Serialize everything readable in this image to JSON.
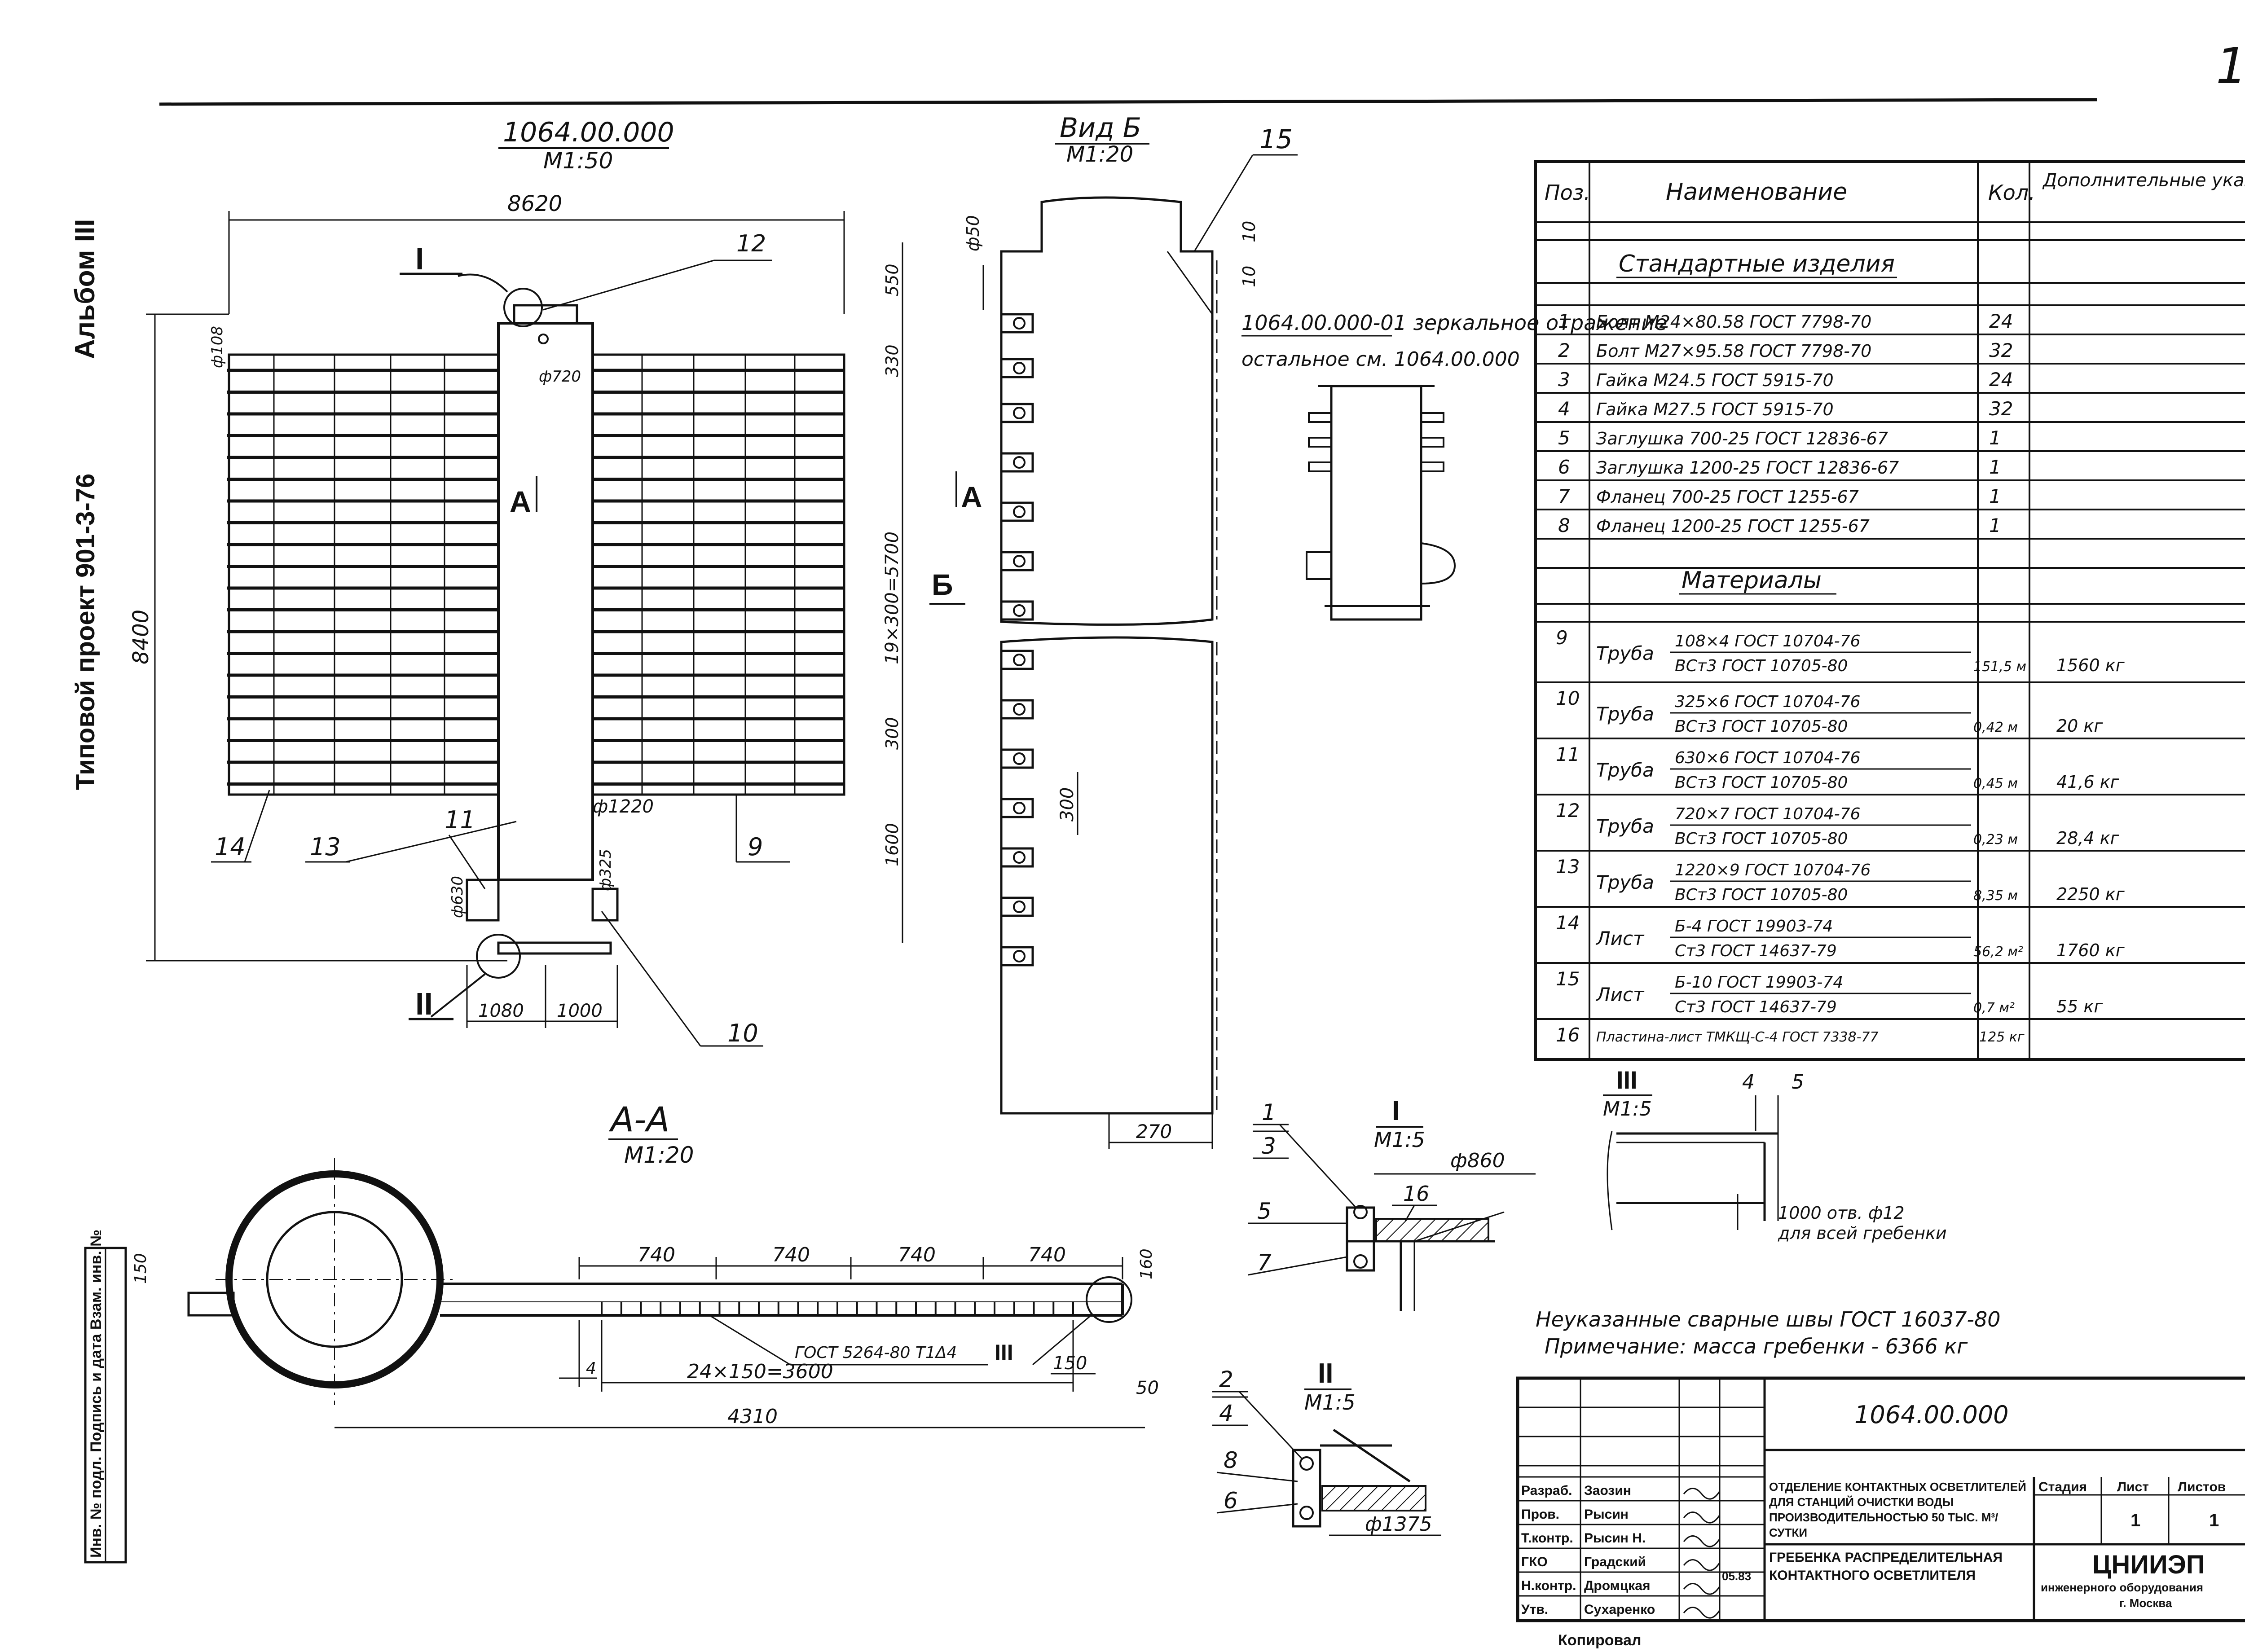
{
  "page_number": "1",
  "side_labels": {
    "album": "Альбом III",
    "project": "Типовой проект 901-3-76",
    "stamp": "Инв. № подл.   Подпись и дата   Взам. инв. №"
  },
  "main_view": {
    "code": "1064.00.000",
    "scale": "М1:50",
    "dims": {
      "total_width": "8620",
      "height": "8400",
      "top_offset": "550",
      "top_gap": "330",
      "pitch": "19×300=5700",
      "bottom_gap": "300",
      "bottom_offset": "1600",
      "left_half": "1080",
      "right_half": "1000"
    },
    "diameters": {
      "pipe": "ф108",
      "top": "ф720",
      "collector": "ф1220",
      "side": "ф630",
      "branch": "ф325"
    },
    "callouts": [
      "I",
      "II",
      "12",
      "14",
      "13",
      "11",
      "9",
      "10"
    ],
    "section_marks": [
      "А",
      "А",
      "Б"
    ]
  },
  "view_b": {
    "title": "Вид Б",
    "scale": "М1:20",
    "callout": "15",
    "dims": {
      "d50": "ф50",
      "d10a": "10",
      "d10b": "10",
      "pitch": "300",
      "bottom": "270"
    }
  },
  "mirror_note": {
    "line1": "1064.00.000-01 зеркальное отражение",
    "line2": "остальное см. 1064.00.000"
  },
  "section_aa": {
    "title": "А-А",
    "scale": "М1:20",
    "spacings": [
      "740",
      "740",
      "740",
      "740"
    ],
    "dims": {
      "left": "150",
      "right": "160",
      "overall": "24×150=3600",
      "total": "4310",
      "end": "50",
      "tip": "150",
      "weld_ref": "4"
    },
    "weld_note": "ГОСТ 5264-80 Т1Δ4",
    "callout": "III"
  },
  "detail_i": {
    "title": "I",
    "scale": "М1:5",
    "diameter": "ф860",
    "callouts": [
      "1",
      "3",
      "5",
      "7",
      "16"
    ]
  },
  "detail_ii": {
    "title": "II",
    "scale": "М1:5",
    "diameter": "ф1375",
    "callouts": [
      "2",
      "4",
      "8",
      "6"
    ]
  },
  "detail_iii": {
    "title": "III",
    "scale": "М1:5",
    "dims": [
      "4",
      "5"
    ],
    "note_line1": "1000 отв. ф12",
    "note_line2": "для всей гребенки"
  },
  "notes": {
    "line1": "Неуказанные сварные швы ГОСТ 16037-80",
    "line2": "Примечание: масса гребенки - 6366 кг"
  },
  "spec_table": {
    "headers": [
      "Поз.",
      "Наименование",
      "Кол.",
      "Дополнительные указания"
    ],
    "section_standard": "Стандартные изделия",
    "standard_rows": [
      {
        "pos": "1",
        "name": "Болт М24×80.58 ГОСТ 7798-70",
        "qty": "24",
        "note": ""
      },
      {
        "pos": "2",
        "name": "Болт М27×95.58 ГОСТ 7798-70",
        "qty": "32",
        "note": ""
      },
      {
        "pos": "3",
        "name": "Гайка М24.5 ГОСТ 5915-70",
        "qty": "24",
        "note": ""
      },
      {
        "pos": "4",
        "name": "Гайка М27.5 ГОСТ 5915-70",
        "qty": "32",
        "note": ""
      },
      {
        "pos": "5",
        "name": "Заглушка 700-25 ГОСТ 12836-67",
        "qty": "1",
        "note": ""
      },
      {
        "pos": "6",
        "name": "Заглушка 1200-25 ГОСТ 12836-67",
        "qty": "1",
        "note": ""
      },
      {
        "pos": "7",
        "name": "Фланец 700-25 ГОСТ 1255-67",
        "qty": "1",
        "note": ""
      },
      {
        "pos": "8",
        "name": "Фланец 1200-25 ГОСТ 1255-67",
        "qty": "1",
        "note": ""
      }
    ],
    "section_materials": "Материалы",
    "material_rows": [
      {
        "pos": "9",
        "name": "Труба",
        "top": "108×4 ГОСТ 10704-76",
        "bottom": "ВСт3 ГОСТ 10705-80",
        "qty": "151,5 м",
        "note": "1560 кг"
      },
      {
        "pos": "10",
        "name": "Труба",
        "top": "325×6 ГОСТ 10704-76",
        "bottom": "ВСт3 ГОСТ 10705-80",
        "qty": "0,42 м",
        "note": "20 кг"
      },
      {
        "pos": "11",
        "name": "Труба",
        "top": "630×6 ГОСТ 10704-76",
        "bottom": "ВСт3 ГОСТ 10705-80",
        "qty": "0,45 м",
        "note": "41,6 кг"
      },
      {
        "pos": "12",
        "name": "Труба",
        "top": "720×7 ГОСТ 10704-76",
        "bottom": "ВСт3 ГОСТ 10705-80",
        "qty": "0,23 м",
        "note": "28,4 кг"
      },
      {
        "pos": "13",
        "name": "Труба",
        "top": "1220×9 ГОСТ 10704-76",
        "bottom": "ВСт3 ГОСТ 10705-80",
        "qty": "8,35 м",
        "note": "2250 кг"
      },
      {
        "pos": "14",
        "name": "Лист",
        "top": "Б-4 ГОСТ 19903-74",
        "bottom": "Ст3 ГОСТ 14637-79",
        "qty": "56,2 м²",
        "note": "1760 кг"
      },
      {
        "pos": "15",
        "name": "Лист",
        "top": "Б-10 ГОСТ 19903-74",
        "bottom": "Ст3 ГОСТ 14637-79",
        "qty": "0,7 м²",
        "note": "55 кг"
      },
      {
        "pos": "16",
        "name": "Пластина-лист ТМКЩ-С-4 ГОСТ 7338-77",
        "qty": "125 кг",
        "note": ""
      }
    ]
  },
  "title_block": {
    "code": "1064.00.000",
    "roles": [
      "Разраб.",
      "Пров.",
      "Т.контр.",
      "ГКО",
      "Н.контр.",
      "Утв."
    ],
    "names": [
      "Заозин",
      "Рысин",
      "Рысин Н.",
      "Градский",
      "Дромцкая",
      "Сухаренко"
    ],
    "title_top": "Отделение контактных осветлителей для станций очистки воды производительностью 50 тыс. м³/сутки",
    "title_bottom": "Гребенка распределительная контактного осветлителя",
    "stage_header": "Стадия",
    "sheet_header": "Лист",
    "sheets_header": "Листов",
    "sheet": "1",
    "sheets": "1",
    "org": "ЦНИИЭП",
    "org_sub": "инженерного оборудования",
    "org_city": "г. Москва",
    "date": "05.83",
    "copied": "Копировал"
  }
}
